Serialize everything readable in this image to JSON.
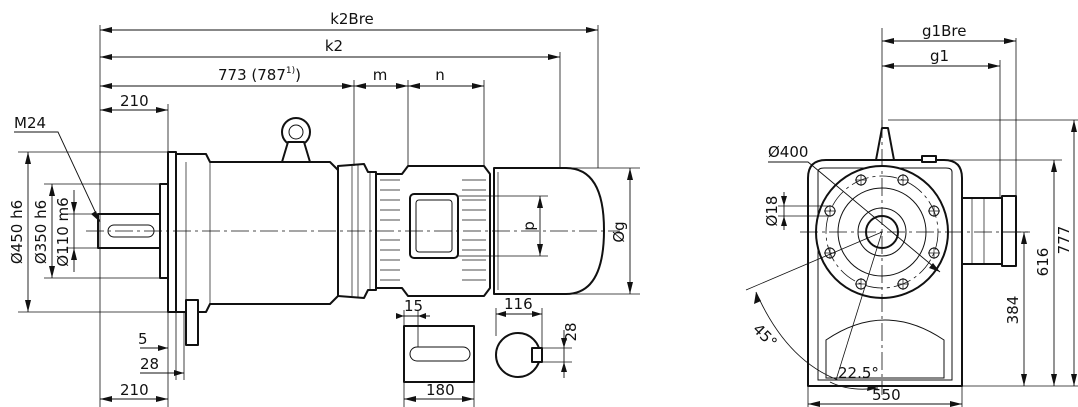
{
  "side_view": {
    "dim_k2bre": "k2Bre",
    "dim_k2": "k2",
    "dim_773": "773 (787",
    "dim_773_footnote": "1)",
    "dim_773_close": ")",
    "dim_m": "m",
    "dim_n": "n",
    "dim_210_top": "210",
    "dim_210_bottom": "210",
    "thread": "M24",
    "dia_450": "Ø450 h6",
    "dia_350": "Ø350 h6",
    "dia_110": "Ø110 m6",
    "dim_5": "5",
    "dim_28_left": "28",
    "dim_p": "p",
    "dim_g": "Øg"
  },
  "key_detail": {
    "dim_15": "15",
    "dim_180": "180",
    "dim_116": "116",
    "dim_28": "28"
  },
  "front_view": {
    "dim_g1bre": "g1Bre",
    "dim_g1": "g1",
    "dia_400": "Ø400",
    "dia_18": "Ø18",
    "angle_45": "45°",
    "angle_22": "22.5°",
    "dim_550": "550",
    "dim_384": "384",
    "dim_616": "616",
    "dim_777": "777"
  }
}
